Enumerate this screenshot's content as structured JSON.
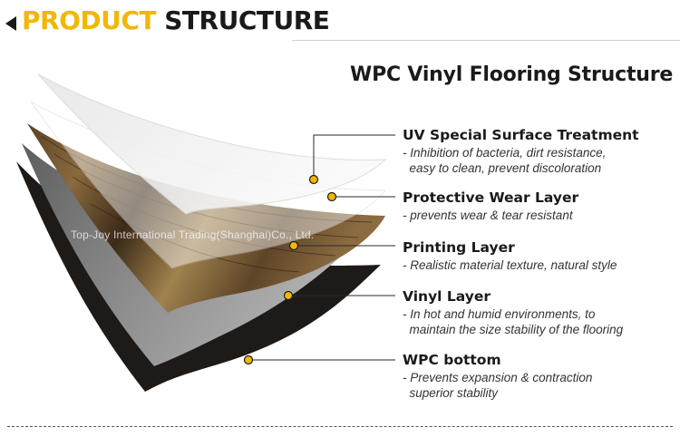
{
  "banner": {
    "title_part1": "PRODUCT",
    "title_part2": "STRUCTURE",
    "accent_color": "#f2b705",
    "icon": "triangle-left-icon"
  },
  "main_title": "WPC Vinyl Flooring Structure",
  "watermark": "Top-Joy International Trading(Shanghai)Co., Ltd.",
  "marker_color": "#f2b705",
  "layers": [
    {
      "title": "UV Special Surface Treatment",
      "description": "- Inhibition of bacteria, dirt resistance,\n  easy to clean, prevent discoloration"
    },
    {
      "title": "Protective Wear Layer",
      "description": "- prevents wear & tear resistant"
    },
    {
      "title": "Printing Layer",
      "description": "- Realistic material texture, natural style"
    },
    {
      "title": "Vinyl Layer",
      "description": "- In hot and humid environments, to\n  maintain the size stability of the flooring"
    },
    {
      "title": "WPC bottom",
      "description": "- Prevents expansion & contraction\n  superior stability"
    }
  ]
}
